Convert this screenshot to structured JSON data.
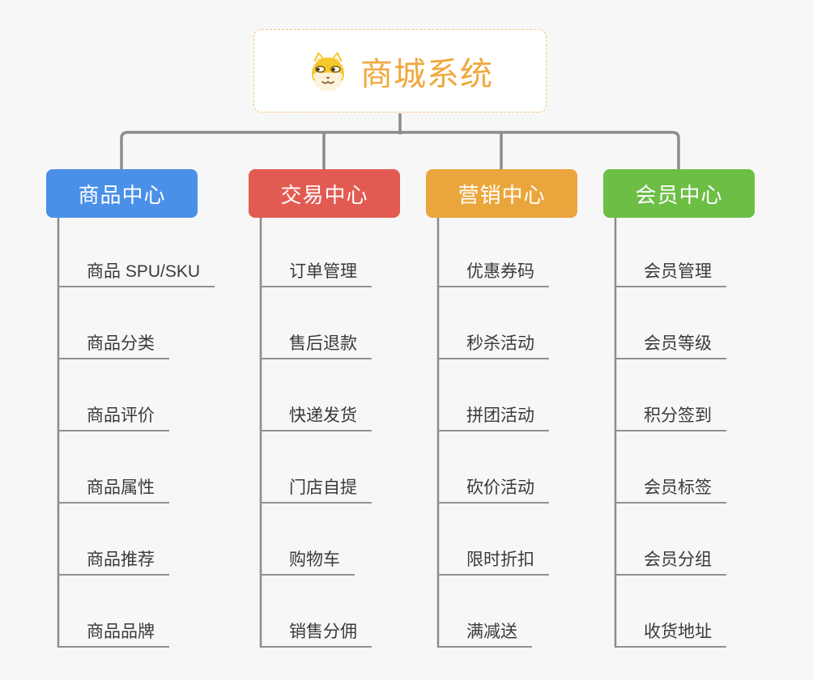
{
  "root": {
    "title": "商城系统",
    "icon": "shiba-dog-icon"
  },
  "branches": [
    {
      "label": "商品中心",
      "color": "#4b90e8",
      "children": [
        "商品 SPU/SKU",
        "商品分类",
        "商品评价",
        "商品属性",
        "商品推荐",
        "商品品牌"
      ]
    },
    {
      "label": "交易中心",
      "color": "#e25b52",
      "children": [
        "订单管理",
        "售后退款",
        "快递发货",
        "门店自提",
        "购物车",
        "销售分佣"
      ]
    },
    {
      "label": "营销中心",
      "color": "#eaa63c",
      "children": [
        "优惠券码",
        "秒杀活动",
        "拼团活动",
        "砍价活动",
        "限时折扣",
        "满减送"
      ]
    },
    {
      "label": "会员中心",
      "color": "#6cbe45",
      "children": [
        "会员管理",
        "会员等级",
        "积分签到",
        "会员标签",
        "会员分组",
        "收货地址"
      ]
    }
  ],
  "theme": {
    "background": "#f7f7f7",
    "connector_color": "#8c8c8c",
    "underline_color": "#919191",
    "root_border_color": "#f2c482",
    "root_text_color": "#f0a83c",
    "child_text_color": "#3a3a3a"
  }
}
